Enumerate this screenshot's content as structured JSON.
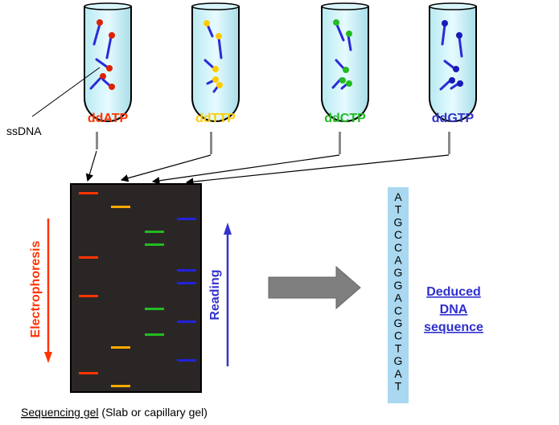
{
  "tubes": [
    {
      "label": "ddATP",
      "color": "#ff3300"
    },
    {
      "label": "ddTTP",
      "color": "#ffcc00"
    },
    {
      "label": "ddCTP",
      "color": "#22bb22"
    },
    {
      "label": "ddGTP",
      "color": "#3333cc"
    }
  ],
  "ssdna_label": "ssDNA",
  "electrophoresis_label": "Electrophoresis",
  "reading_label": "Reading",
  "sequence": [
    "A",
    "T",
    "G",
    "C",
    "C",
    "A",
    "G",
    "G",
    "A",
    "C",
    "G",
    "C",
    "T",
    "G",
    "A",
    "T"
  ],
  "deduced": [
    "Deduced",
    "DNA",
    "sequence"
  ],
  "caption_underlined": "Sequencing gel",
  "caption_rest": " (Slab or capillary gel)",
  "colors": {
    "gel": "#2b2626",
    "arrow_gray": "#7f7f7f",
    "sequence_box": "#a9d8f0",
    "electrophoresis": "#ff3300",
    "reading": "#3333cc",
    "deduced": "#2f2fd0"
  }
}
